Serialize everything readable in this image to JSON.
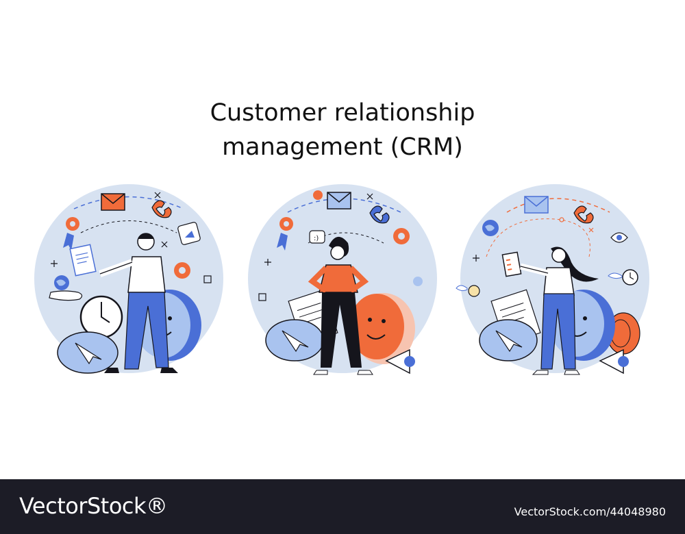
{
  "title": {
    "line1": "Customer relationship",
    "line2": "management (CRM)"
  },
  "footer": {
    "brand": "VectorStock®",
    "image_id": "VectorStock.com/44048980"
  },
  "colors": {
    "circle": "#d7e2f1",
    "blue": "#4a6fd6",
    "light_blue": "#a9c3ef",
    "orange": "#f06b3a",
    "ink": "#15151c",
    "footer": "#1c1c26"
  }
}
